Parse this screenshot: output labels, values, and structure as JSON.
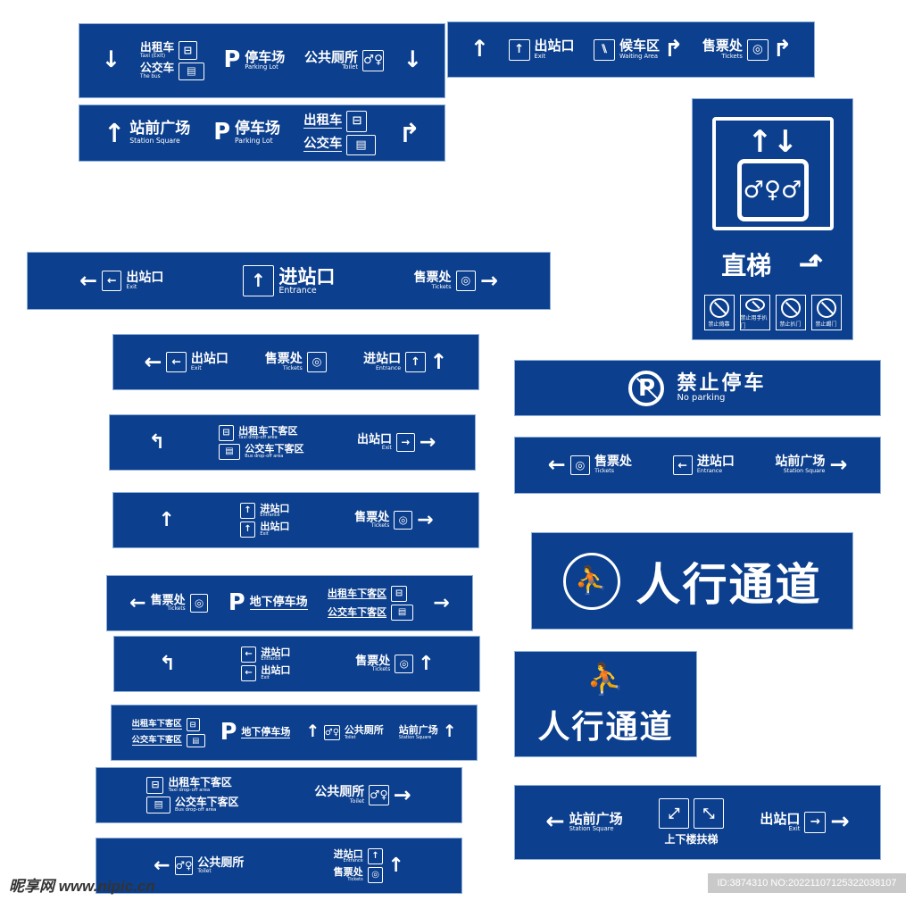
{
  "colors": {
    "sign_blue": "#0c3f8d",
    "watermark_box": "#c9c9c9"
  },
  "signs": [
    {
      "type": "row",
      "groups": [
        {
          "arrow": "down"
        },
        {
          "stack": [
            {
              "cn": "出租车",
              "en": "Taxi (Exit)",
              "icon": "taxi-icon",
              "iconSide": "right"
            },
            {
              "cn": "公交车",
              "en": "The bus",
              "icon": "bus-icon",
              "iconSide": "right"
            }
          ]
        },
        {
          "parking": true,
          "cn": "停车场",
          "en": "Parking Lot"
        },
        {
          "cn": "公共厕所",
          "en": "Toilet",
          "icon": "toilet-icon",
          "iconSide": "right",
          "align": "right"
        },
        {
          "arrow": "down"
        }
      ]
    },
    {
      "type": "row",
      "groups": [
        {
          "arrow": "up",
          "cn": "站前广场",
          "en": "Station Square"
        },
        {
          "parking": true,
          "cn": "停车场",
          "en": "Parking Lot"
        },
        {
          "stack": [
            {
              "cn": "出租车",
              "icon": "taxi-icon",
              "iconSide": "right",
              "underline": true
            },
            {
              "cn": "公交车",
              "icon": "bus-icon",
              "iconSide": "right",
              "underline": true
            }
          ]
        },
        {
          "arrow": "turn-right"
        }
      ]
    },
    {
      "type": "row",
      "groups": [
        {
          "arrow": "up"
        },
        {
          "cn": "出站口",
          "en": "Exit",
          "icon": "exit-up-icon",
          "iconSide": "left"
        },
        {
          "cn": "候车区",
          "en": "Waiting Area",
          "icon": "waiting-area-icon",
          "iconSide": "left",
          "after": "turn-right"
        },
        {
          "cn": "售票处",
          "en": "Tickets",
          "icon": "tickets-icon",
          "iconSide": "right",
          "align": "right",
          "after": "turn-right"
        }
      ]
    },
    {
      "type": "elevator",
      "cn": "直梯",
      "warnings": [
        "禁止倚靠",
        "禁止用手扒门",
        "禁止扒门",
        "禁止踢门"
      ]
    },
    {
      "type": "row",
      "groups": [
        {
          "arrow": "left",
          "cn": "出站口",
          "en": "Exit",
          "icon": "exit-left-icon",
          "iconSide": "left"
        },
        {
          "cn": "进站口",
          "en": "Entrance",
          "icon": "entrance-up-icon",
          "iconSide": "left",
          "big": true
        },
        {
          "cn": "售票处",
          "en": "Tickets",
          "icon": "tickets-icon",
          "iconSide": "right",
          "align": "right",
          "after": "right"
        }
      ]
    },
    {
      "type": "row",
      "groups": [
        {
          "arrow": "left",
          "cn": "出站口",
          "en": "Exit",
          "icon": "exit-left-icon",
          "iconSide": "left"
        },
        {
          "cn": "售票处",
          "en": "Tickets",
          "icon": "tickets-icon",
          "iconSide": "right",
          "align": "right"
        },
        {
          "cn": "进站口",
          "en": "Entrance",
          "icon": "entrance-up-icon",
          "iconSide": "right",
          "align": "right",
          "after": "up"
        }
      ]
    },
    {
      "type": "noparking",
      "cn": "禁止停车",
      "en": "No parking"
    },
    {
      "type": "row",
      "groups": [
        {
          "arrow": "turn-left"
        },
        {
          "stack": [
            {
              "cn": "出租车下客区",
              "en": "Taxi drop-off area",
              "icon": "taxi-icon",
              "iconSide": "left"
            },
            {
              "cn": "公交车下客区",
              "en": "Bus drop-off area",
              "icon": "bus-icon",
              "iconSide": "left"
            }
          ]
        },
        {
          "cn": "出站口",
          "en": "Exit",
          "icon": "exit-right-icon",
          "iconSide": "right",
          "align": "right",
          "after": "right"
        }
      ]
    },
    {
      "type": "row",
      "groups": [
        {
          "arrow": "left",
          "cn": "售票处",
          "en": "Tickets",
          "icon": "tickets-icon",
          "iconSide": "left"
        },
        {
          "cn": "进站口",
          "en": "Entrance",
          "icon": "entrance-left-icon",
          "iconSide": "left"
        },
        {
          "cn": "站前广场",
          "en": "Station Square",
          "align": "right",
          "after": "right"
        }
      ]
    },
    {
      "type": "row",
      "groups": [
        {
          "arrow": "up"
        },
        {
          "stack": [
            {
              "cn": "进站口",
              "en": "Entrance",
              "icon": "entrance-up-icon",
              "iconSide": "left"
            },
            {
              "cn": "出站口",
              "en": "Exit",
              "icon": "exit-up-icon",
              "iconSide": "left"
            }
          ]
        },
        {
          "cn": "售票处",
          "en": "Tickets",
          "icon": "tickets-icon",
          "iconSide": "right",
          "align": "right",
          "after": "right"
        }
      ]
    },
    {
      "type": "pedestrian",
      "cn": "人行通道",
      "layout": "wide"
    },
    {
      "type": "row",
      "groups": [
        {
          "arrow": "left",
          "cn": "售票处",
          "en": "Tickets",
          "icon": "tickets-icon",
          "iconSide": "right",
          "align": "right"
        },
        {
          "parking": true,
          "cn": "地下停车场",
          "underline": true
        },
        {
          "stack": [
            {
              "cn": "出租车下客区",
              "icon": "taxi-icon",
              "iconSide": "right",
              "underline": true
            },
            {
              "cn": "公交车下客区",
              "icon": "bus-icon",
              "iconSide": "right",
              "underline": true
            }
          ]
        },
        {
          "arrow": "right"
        }
      ]
    },
    {
      "type": "row",
      "groups": [
        {
          "arrow": "turn-left"
        },
        {
          "stack": [
            {
              "cn": "进站口",
              "en": "Entrance",
              "icon": "entrance-left-icon",
              "iconSide": "left"
            },
            {
              "cn": "出站口",
              "en": "Exit",
              "icon": "exit-left-icon",
              "iconSide": "left"
            }
          ]
        },
        {
          "cn": "售票处",
          "en": "Tickets",
          "icon": "tickets-icon",
          "iconSide": "right",
          "align": "right",
          "after": "up"
        }
      ]
    },
    {
      "type": "pedestrian",
      "cn": "人行通道",
      "layout": "tall"
    },
    {
      "type": "row",
      "groups": [
        {
          "stack": [
            {
              "cn": "出租车下客区",
              "icon": "taxi-icon",
              "iconSide": "right",
              "underline": true
            },
            {
              "cn": "公交车下客区",
              "icon": "bus-icon",
              "iconSide": "right",
              "underline": true
            }
          ]
        },
        {
          "parking": true,
          "cn": "地下停车场",
          "underline": true
        },
        {
          "arrow": "up",
          "cn": "公共厕所",
          "en": "Toilet",
          "icon": "toilet-icon",
          "iconSide": "left"
        },
        {
          "cn": "站前广场",
          "en": "Station Square",
          "after": "up"
        }
      ]
    },
    {
      "type": "row",
      "groups": [
        {
          "stack": [
            {
              "cn": "出租车下客区",
              "en": "Taxi drop-off area",
              "icon": "taxi-icon",
              "iconSide": "left"
            },
            {
              "cn": "公交车下客区",
              "en": "Bus drop-off area",
              "icon": "bus-icon",
              "iconSide": "left"
            }
          ]
        },
        {
          "cn": "公共厕所",
          "en": "Toilet",
          "icon": "toilet-icon",
          "iconSide": "right",
          "align": "right",
          "after": "right"
        }
      ]
    },
    {
      "type": "row",
      "groups": [
        {
          "arrow": "left",
          "cn": "站前广场",
          "en": "Station Square"
        },
        {
          "escalator": true,
          "cn": "上下楼扶梯"
        },
        {
          "cn": "出站口",
          "en": "Exit",
          "icon": "exit-right-icon",
          "iconSide": "right",
          "align": "right",
          "after": "right"
        }
      ]
    },
    {
      "type": "row",
      "groups": [
        {
          "arrow": "left",
          "cn": "公共厕所",
          "en": "Toilet",
          "icon": "toilet-icon",
          "iconSide": "left"
        },
        {
          "stack": [
            {
              "cn": "进站口",
              "en": "Entrance",
              "icon": "entrance-up-icon",
              "iconSide": "right",
              "align": "right"
            },
            {
              "cn": "售票处",
              "en": "Tickets",
              "icon": "tickets-icon",
              "iconSide": "right",
              "align": "right"
            }
          ],
          "after": "up"
        }
      ]
    }
  ],
  "watermark": {
    "logo_text": "昵享网 www.nipic.cn",
    "id_text": "ID:3874310 NO:20221107125322038107"
  }
}
